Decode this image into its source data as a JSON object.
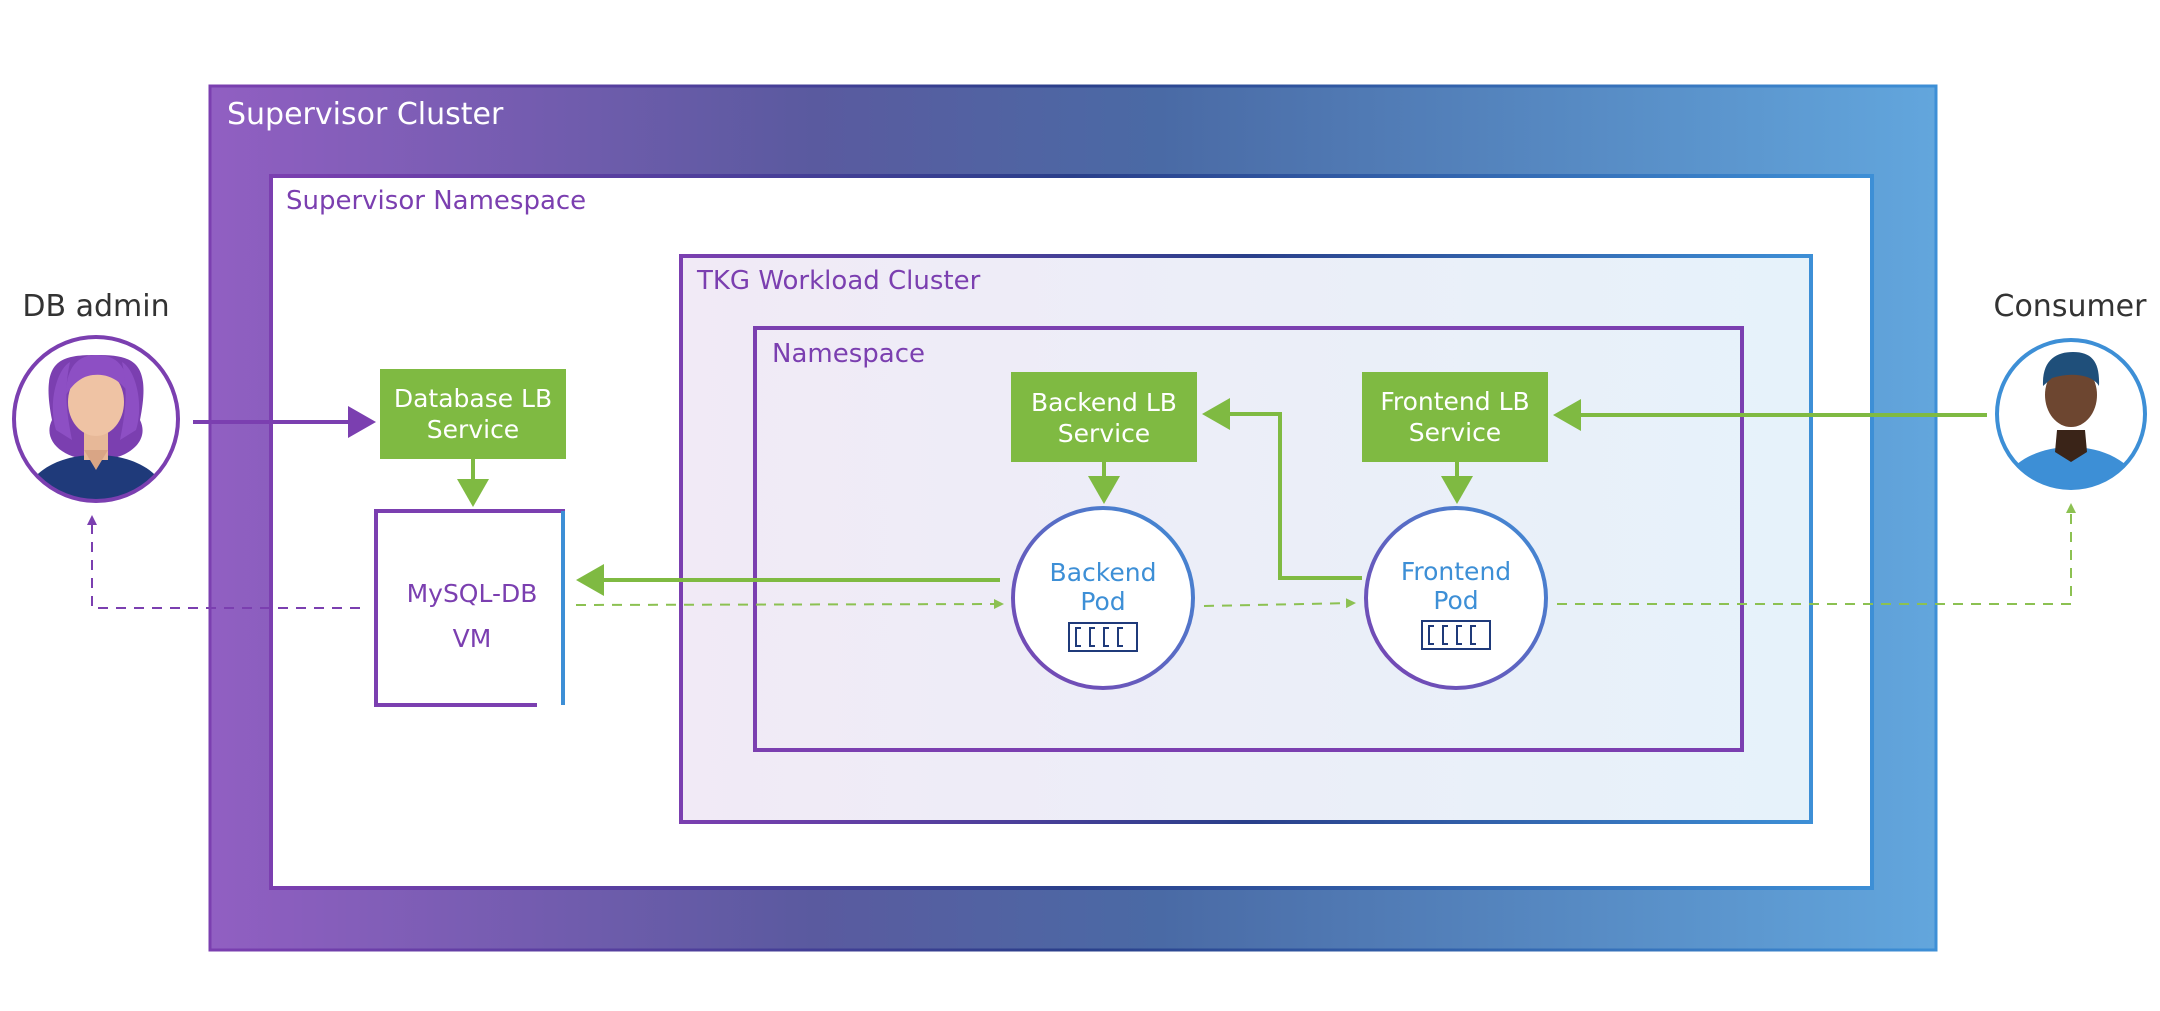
{
  "actors": {
    "db_admin": {
      "label": "DB admin"
    },
    "consumer": {
      "label": "Consumer"
    }
  },
  "containers": {
    "supervisor_cluster": {
      "label": "Supervisor Cluster"
    },
    "supervisor_namespace": {
      "label": "Supervisor Namespace"
    },
    "tkg_workload_cluster": {
      "label": "TKG Workload Cluster"
    },
    "namespace": {
      "label": "Namespace"
    }
  },
  "nodes": {
    "database_lb": {
      "line1": "Database LB",
      "line2": "Service"
    },
    "mysql_vm": {
      "line1": "MySQL-DB",
      "line2": "VM"
    },
    "backend_lb": {
      "line1": "Backend LB",
      "line2": "Service"
    },
    "frontend_lb": {
      "line1": "Frontend LB",
      "line2": "Service"
    },
    "backend_pod": {
      "line1": "Backend",
      "line2": "Pod"
    },
    "frontend_pod": {
      "line1": "Frontend",
      "line2": "Pod"
    }
  },
  "colors": {
    "purple": "#7b3fb0",
    "blue": "#3d8fd6",
    "navy": "#1f3a7a",
    "green": "#7fba42",
    "green_dashed": "#8cc152"
  }
}
